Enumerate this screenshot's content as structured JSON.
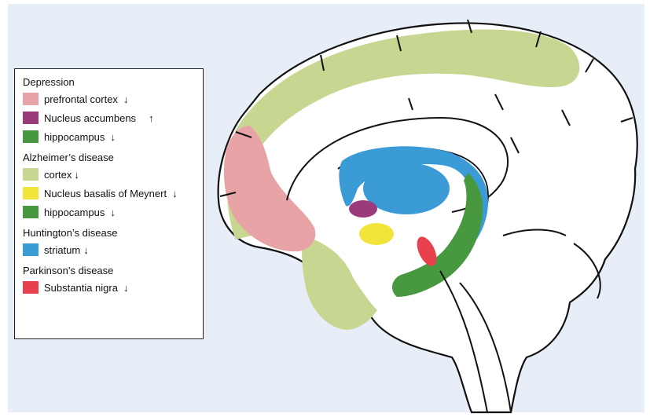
{
  "colors": {
    "background": "#e8eef8",
    "outline": "#111111",
    "prefrontal": "#e8a3a6",
    "accumbens": "#9b3b7c",
    "hippocampus": "#47983f",
    "cortex": "#c7d690",
    "basalis": "#f2e43a",
    "striatum": "#3a9bd6",
    "nigra": "#e8404c"
  },
  "legend": {
    "groups": [
      {
        "title": "Depression",
        "items": [
          {
            "label": "prefrontal cortex",
            "arrow": "↓",
            "color": "#e8a3a6"
          },
          {
            "label": "Nucleus accumbens",
            "arrow": "↑",
            "color": "#9b3b7c"
          },
          {
            "label": "hippocampus",
            "arrow": "↓",
            "color": "#47983f"
          }
        ]
      },
      {
        "title": "Alzheimer’s disease",
        "items": [
          {
            "label": "cortex",
            "arrow": "↓",
            "color": "#c7d690"
          },
          {
            "label": "Nucleus basalis of Meynert",
            "arrow": "↓",
            "color": "#f2e43a"
          },
          {
            "label": "hippocampus",
            "arrow": "↓",
            "color": "#47983f"
          }
        ]
      },
      {
        "title": "Huntington’s disease",
        "items": [
          {
            "label": "striatum",
            "arrow": "↓",
            "color": "#3a9bd6"
          }
        ]
      },
      {
        "title": "Parkinson’s disease",
        "items": [
          {
            "label": "Substantia nigra",
            "arrow": "↓",
            "color": "#e8404c"
          }
        ]
      }
    ]
  }
}
